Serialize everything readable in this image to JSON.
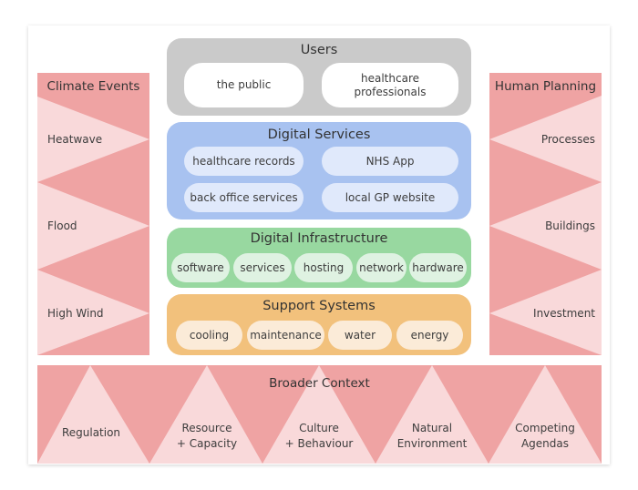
{
  "colors": {
    "band_dark": "#efa3a3",
    "band_light": "#f9d9da",
    "users_bg": "#cacaca",
    "users_pill": "#ffffff",
    "services_bg": "#a8c2f0",
    "services_pill": "#e0e9fb",
    "infra_bg": "#98d8a0",
    "infra_pill": "#dff2e2",
    "support_bg": "#f2c17c",
    "support_pill": "#fbebd8"
  },
  "left_panel": {
    "title": "Climate Events",
    "items": [
      "Heatwave",
      "Flood",
      "High Wind"
    ]
  },
  "right_panel": {
    "title": "Human Planning",
    "items": [
      "Processes",
      "Buildings",
      "Investment"
    ]
  },
  "layers": {
    "users": {
      "title": "Users",
      "items": [
        "the public",
        "healthcare professionals"
      ]
    },
    "digital_services": {
      "title": "Digital Services",
      "items": [
        "healthcare records",
        "NHS App",
        "back office services",
        "local GP website"
      ]
    },
    "digital_infrastructure": {
      "title": "Digital Infrastructure",
      "items": [
        "software",
        "services",
        "hosting",
        "network",
        "hardware"
      ]
    },
    "support_systems": {
      "title": "Support Systems",
      "items": [
        "cooling",
        "maintenance",
        "water",
        "energy"
      ]
    }
  },
  "bottom_panel": {
    "title": "Broader Context",
    "items": [
      {
        "line1": "Regulation",
        "line2": ""
      },
      {
        "line1": "Resource",
        "line2": "+ Capacity"
      },
      {
        "line1": "Culture",
        "line2": "+ Behaviour"
      },
      {
        "line1": "Natural",
        "line2": "Environment"
      },
      {
        "line1": "Competing",
        "line2": "Agendas"
      }
    ]
  }
}
